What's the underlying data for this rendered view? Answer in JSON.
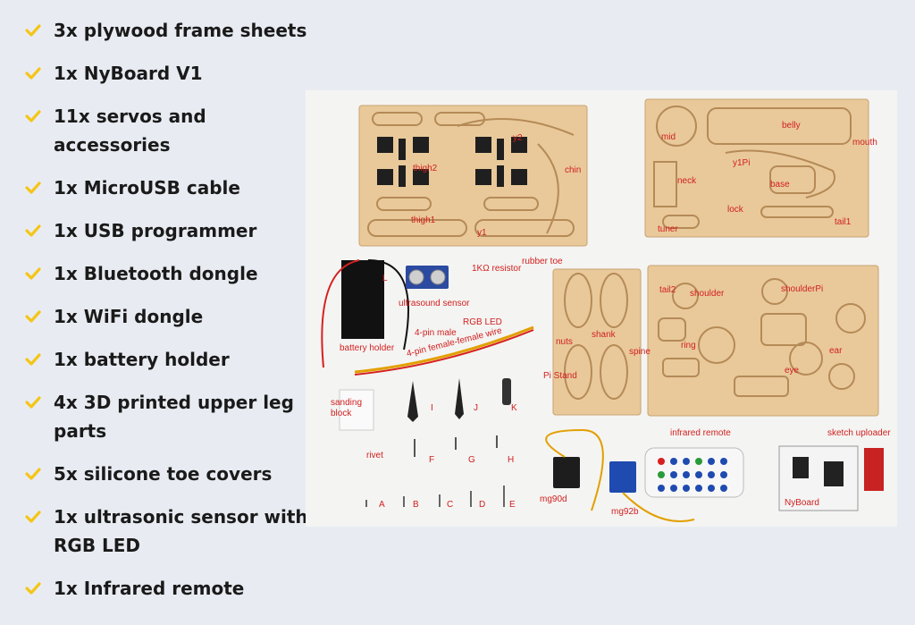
{
  "checklist": [
    {
      "text": "3x plywood frame sheets"
    },
    {
      "text": "1x NyBoard V1"
    },
    {
      "text": "11x servos and accessories"
    },
    {
      "text": "1x MicroUSB cable"
    },
    {
      "text": "1x USB programmer"
    },
    {
      "text": "1x Bluetooth dongle"
    },
    {
      "text": "1x WiFi dongle"
    },
    {
      "text": "1x battery holder"
    },
    {
      "text": "4x 3D printed upper leg parts"
    },
    {
      "text": "5x silicone toe covers"
    },
    {
      "text": "1x ultrasonic sensor with RGB LED"
    },
    {
      "text": "1x Infrared remote"
    }
  ],
  "colors": {
    "check": "#f5c518",
    "text": "#1a1a1a",
    "background": "#e8ecf2",
    "label": "#d11f1f",
    "plywood": "#e9c99a"
  },
  "photo_labels": {
    "y2": "y2",
    "thigh2": "thigh2",
    "chin": "chin",
    "thigh1": "thigh1",
    "y1": "y1",
    "mid": "mid",
    "belly": "belly",
    "mouth": "mouth",
    "y1pi": "y1Pi",
    "neck": "neck",
    "base": "base",
    "lock": "lock",
    "tuner": "tuner",
    "tail1": "tail1",
    "l": "L",
    "resistor": "1KΩ resistor",
    "rubber_toe": "rubber toe",
    "ultrasound": "ultrasound sensor",
    "rgb_led": "RGB LED",
    "four_pin_male": "4-pin male",
    "battery_holder": "battery holder",
    "wire": "4-pin female-female wire",
    "tail2": "tail2",
    "shoulder": "shoulder",
    "shoulderpi": "shoulderPi",
    "nuts": "nuts",
    "shank": "shank",
    "spine": "spine",
    "ring": "ring",
    "ear": "ear",
    "pi_stand": "Pi Stand",
    "eye": "eye",
    "sanding_block": "sanding block",
    "i": "I",
    "j": "J",
    "k": "K",
    "rivet": "rivet",
    "f": "F",
    "g": "G",
    "h": "H",
    "a": "A",
    "b": "B",
    "c": "C",
    "d": "D",
    "e": "E",
    "mg90d": "mg90d",
    "mg92b": "mg92b",
    "infrared_remote": "infrared remote",
    "sketch_uploader": "sketch uploader",
    "nyboard": "NyBoard"
  }
}
